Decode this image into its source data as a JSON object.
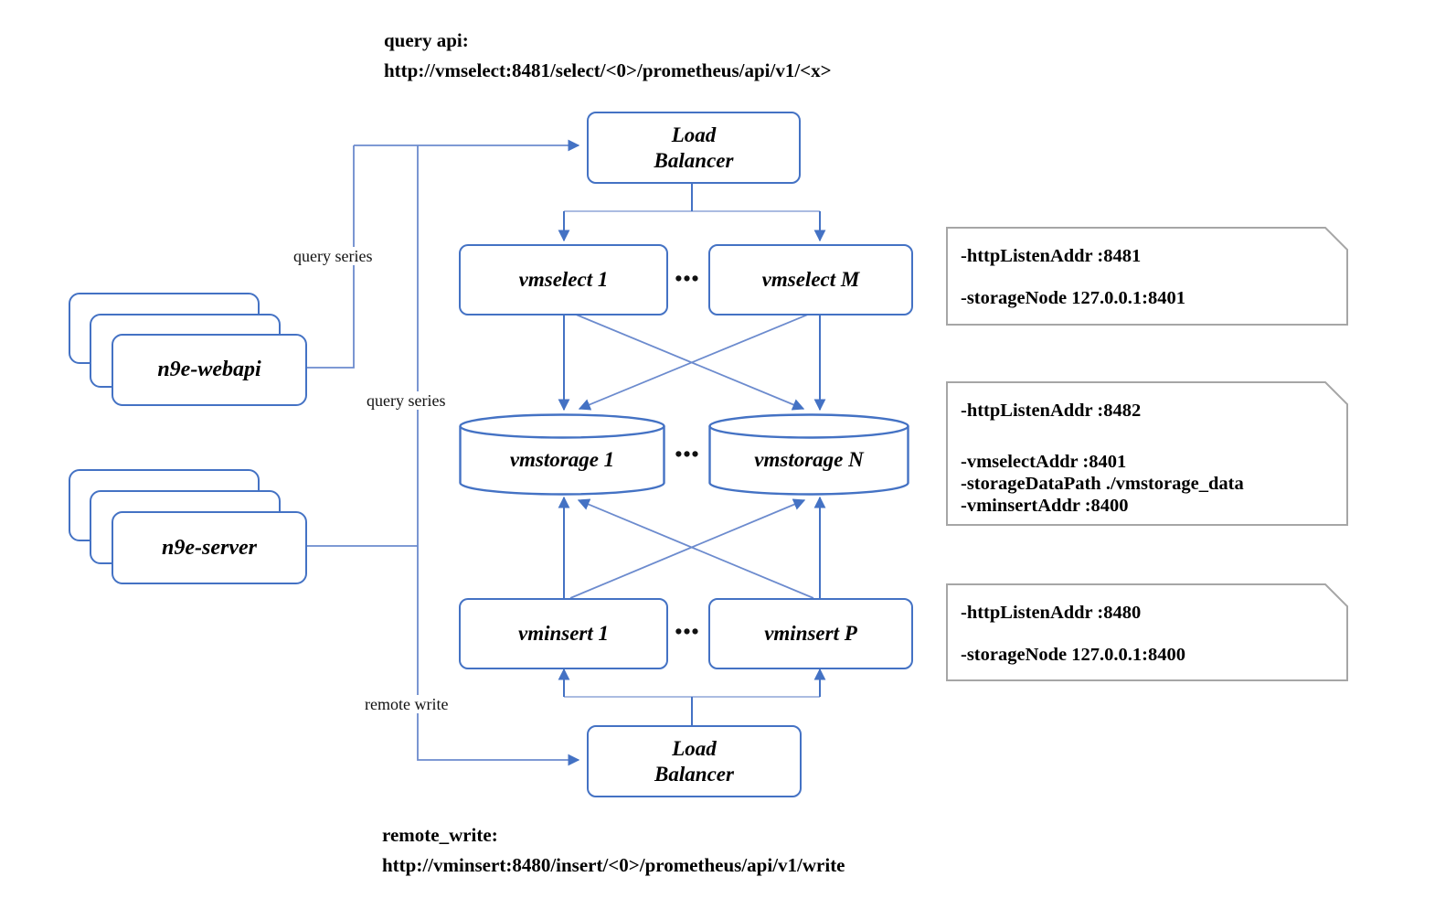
{
  "annotations": {
    "query_api": {
      "line1": "query api:",
      "line2": "http://vmselect:8481/select/<0>/prometheus/api/v1/<x>"
    },
    "remote_write": {
      "line1": "remote_write:",
      "line2": "http://vminsert:8480/insert/<0>/prometheus/api/v1/write"
    }
  },
  "clients": {
    "webapi": {
      "label": "n9e-webapi"
    },
    "server": {
      "label": "n9e-server"
    }
  },
  "edge_labels": {
    "query_series_webapi": "query series",
    "query_series_server": "query series",
    "remote_write": "remote write"
  },
  "nodes": {
    "lb_top": "Load Balancer",
    "lb_bottom": "Load Balancer",
    "vmselect_1": "vmselect 1",
    "vmselect_m": "vmselect M",
    "vmstorage_1": "vmstorage 1",
    "vmstorage_n": "vmstorage N",
    "vminsert_1": "vminsert 1",
    "vminsert_p": "vminsert P",
    "ellipsis": "•••"
  },
  "notes": {
    "vmselect": {
      "lines": [
        "-httpListenAddr :8481",
        "-storageNode 127.0.0.1:8401"
      ]
    },
    "vmstorage": {
      "lines": [
        "-httpListenAddr :8482",
        "-vmselectAddr :8401",
        "-storageDataPath ./vmstorage_data",
        "-vminsertAddr :8400"
      ]
    },
    "vminsert": {
      "lines": [
        "-httpListenAddr :8480",
        "-storageNode 127.0.0.1:8400"
      ]
    }
  },
  "colors": {
    "node_border": "#4472c4",
    "connector": "#6c8bce",
    "connector_light": "#9fb3dd",
    "note_border": "#a6a6a6",
    "text": "#000000",
    "background": "#ffffff"
  }
}
